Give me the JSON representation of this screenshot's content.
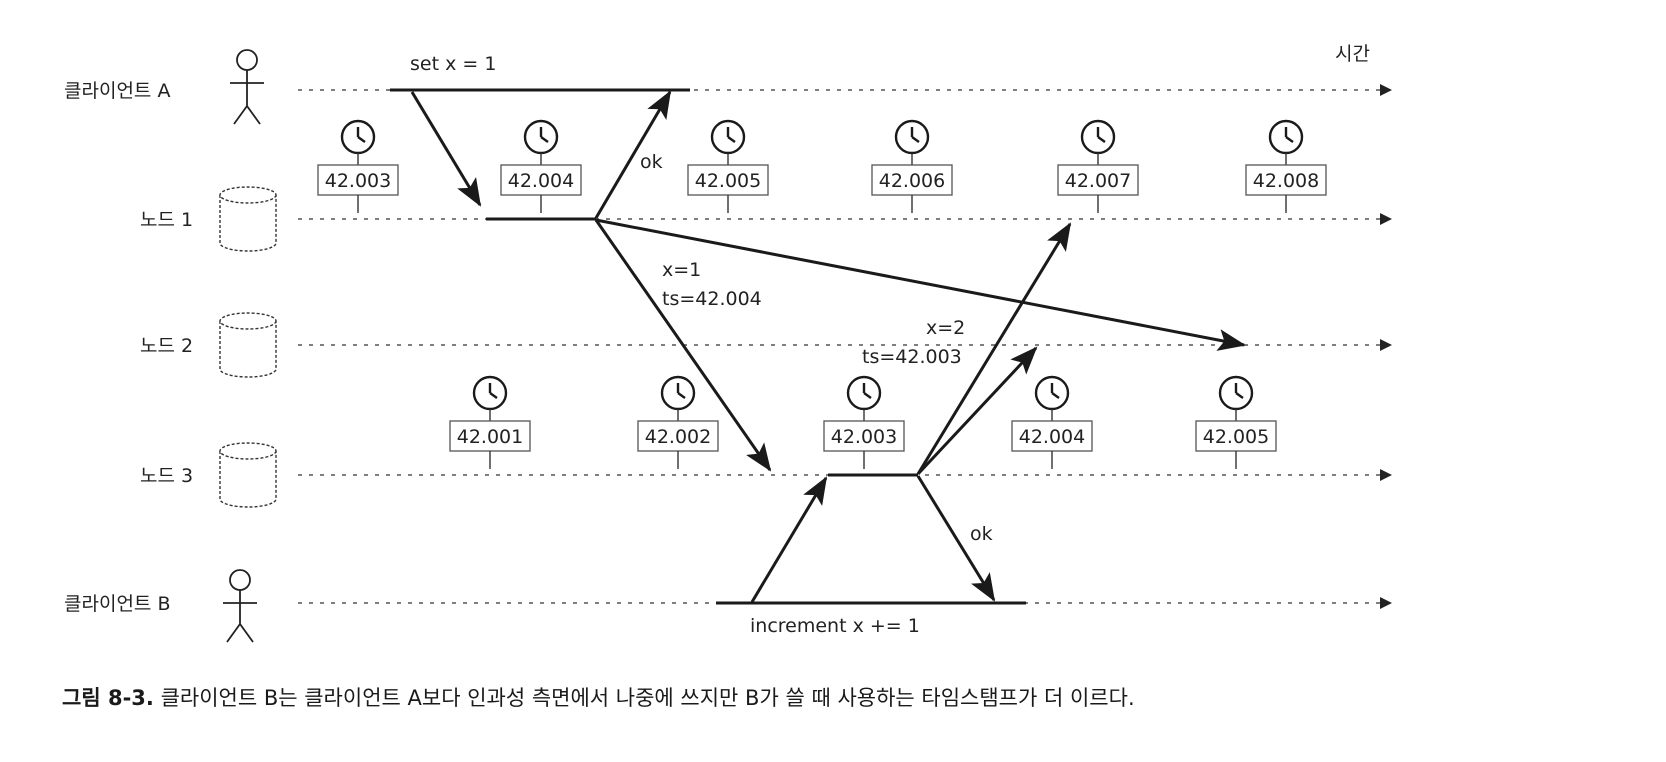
{
  "time_label": "시간",
  "lanes": [
    {
      "id": "client-a",
      "label": "클라이언트 A",
      "kind": "person"
    },
    {
      "id": "node-1",
      "label": "노드 1",
      "kind": "db"
    },
    {
      "id": "node-2",
      "label": "노드 2",
      "kind": "db"
    },
    {
      "id": "node-3",
      "label": "노드 3",
      "kind": "db"
    },
    {
      "id": "client-b",
      "label": "클라이언트 B",
      "kind": "person"
    }
  ],
  "clocks": {
    "node-1": [
      "42.003",
      "42.004",
      "42.005",
      "42.006",
      "42.007",
      "42.008"
    ],
    "node-3": [
      "42.001",
      "42.002",
      "42.003",
      "42.004",
      "42.005"
    ]
  },
  "messages": {
    "set": "set x = 1",
    "ok_a": "ok",
    "replicate_1_a": "x=1",
    "replicate_1_b": "ts=42.004",
    "replicate_2_a": "x=2",
    "replicate_2_b": "ts=42.003",
    "ok_b": "ok",
    "increment": "increment x += 1"
  },
  "caption": {
    "prefix": "그림 8-3.",
    "text": "클라이언트 B는 클라이언트 A보다 인과성 측면에서 나중에 쓰지만 B가 쓸 때 사용하는 타임스탬프가 더 이르다."
  }
}
